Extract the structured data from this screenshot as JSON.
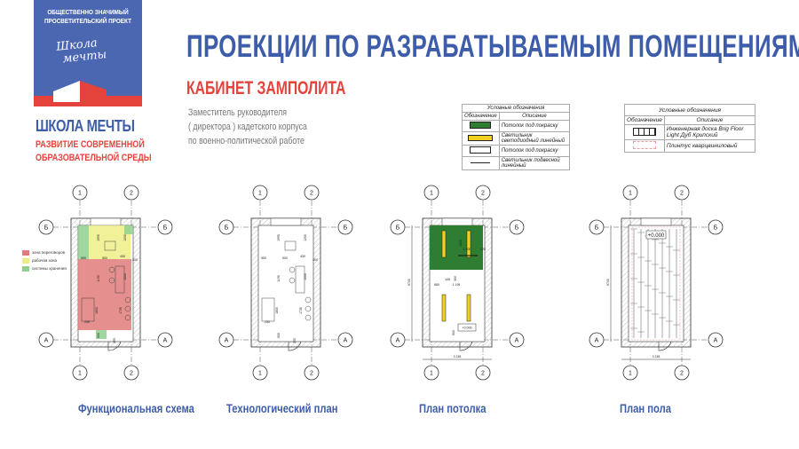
{
  "logo": {
    "top_line1": "ОБЩЕСТВЕННО ЗНАЧИМЫЙ",
    "top_line2": "ПРОСВЕТИТЕЛЬСКИЙ ПРОЕКТ",
    "script_line1": "Школа",
    "script_line2": "мечты",
    "name": "ШКОЛА МЕЧТЫ",
    "subtitle_line1": "РАЗВИТИЕ СОВРЕМЕННОЙ",
    "subtitle_line2": "ОБРАЗОВАТЕЛЬНОЙ СРЕДЫ"
  },
  "title": "ПРОЕКЦИИ ПО РАЗРАБАТЫВАЕМЫМ ПОМЕЩЕНИЯМ",
  "room_name": "КАБИНЕТ ЗАМПОЛИТА",
  "description": [
    "Заместитель руководителя",
    "( директора ) кадетского корпуса",
    "по военно-политической работе"
  ],
  "ceiling_legend": {
    "title": "Условные обозначения",
    "col1": "Обозначение",
    "col2": "Описание",
    "rows": [
      "Потолок под покраску",
      "Светильник светодиодный линейный",
      "Потолок под покраску",
      "Светильник подвесной линейный"
    ]
  },
  "floor_legend": {
    "title": "Условные обозначения",
    "col1": "Обозначение",
    "col2": "Описание",
    "rows": [
      "Инженерная доска Brig Floor Light Дуб Крипский",
      "Плинтус кварцвиниловый"
    ]
  },
  "zones_legend": [
    {
      "label": "зона переговоров",
      "color": "#e07b7b"
    },
    {
      "label": "рабочая зона",
      "color": "#eeee88"
    },
    {
      "label": "системы хранения",
      "color": "#8fd08f"
    }
  ],
  "axes": {
    "col1": "1",
    "col2": "2",
    "rowA": "А",
    "rowB": "Б"
  },
  "plans": [
    {
      "caption": "Функциональная схема",
      "dims": [
        "1995",
        "500",
        "430",
        "400",
        "550",
        "1200",
        "1190",
        "1500",
        "1800",
        "1735",
        "230",
        "600",
        "395"
      ]
    },
    {
      "caption": "Технологический план",
      "dims": [
        "1995",
        "500",
        "430",
        "400",
        "550",
        "1200",
        "1190",
        "1500",
        "1800",
        "1735",
        "230",
        "600",
        "395"
      ]
    },
    {
      "caption": "План потолка",
      "dims": [
        "6700",
        "3 245",
        "1200",
        "1 200",
        "225",
        "300",
        "145",
        "680",
        "1 195",
        "600",
        "+0.000"
      ]
    },
    {
      "caption": "План пола",
      "dims": [
        "6700",
        "3 245",
        "+0.000"
      ]
    }
  ],
  "colors": {
    "blue": "#3d5ca9",
    "red": "#e4433c",
    "green": "#2e7d32",
    "yellow": "#f0d020"
  }
}
